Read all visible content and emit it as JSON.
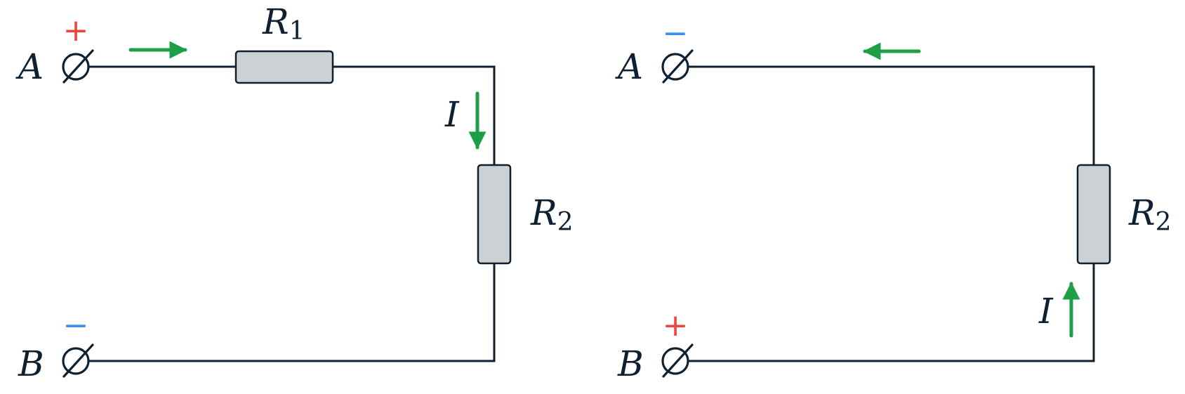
{
  "colors": {
    "wire": "#0f2130",
    "resistor_fill": "#ccd1d4",
    "current_arrow": "#1e9e45",
    "plus": "#e8483f",
    "minus": "#3b8ff0"
  },
  "left_circuit": {
    "terminal_a": {
      "name": "A",
      "polarity": "+"
    },
    "terminal_b": {
      "name": "B",
      "polarity": "−"
    },
    "resistor_1": {
      "base": "R",
      "sub": "1"
    },
    "resistor_2": {
      "base": "R",
      "sub": "2"
    },
    "current_label": "I"
  },
  "right_circuit": {
    "terminal_a": {
      "name": "A",
      "polarity": "−"
    },
    "terminal_b": {
      "name": "B",
      "polarity": "+"
    },
    "resistor_2": {
      "base": "R",
      "sub": "2"
    },
    "current_label": "I"
  }
}
